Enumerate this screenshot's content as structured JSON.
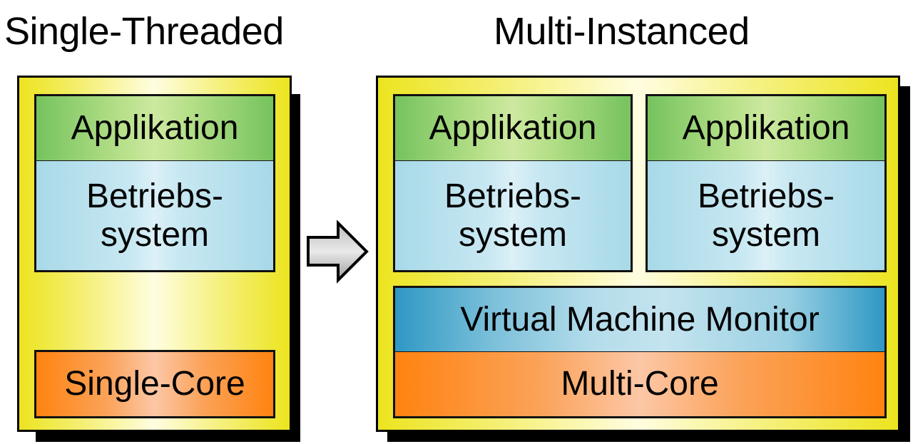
{
  "diagram": {
    "left": {
      "title": "Single-Threaded",
      "layers": {
        "application": "Applikation",
        "os_line1": "Betriebs-",
        "os_line2": "system",
        "hardware": "Single-Core"
      }
    },
    "transition": {
      "icon": "right-arrow-icon"
    },
    "right": {
      "title": "Multi-Instanced",
      "instances": [
        {
          "application": "Applikation",
          "os_line1": "Betriebs-",
          "os_line2": "system"
        },
        {
          "application": "Applikation",
          "os_line1": "Betriebs-",
          "os_line2": "system"
        }
      ],
      "hypervisor": "Virtual Machine Monitor",
      "hardware": "Multi-Core"
    },
    "colors": {
      "container": "#ece41f",
      "application": "#76c35e",
      "operating_system": "#a8d9e8",
      "hypervisor": "#2f98c4",
      "hardware": "#ff8310",
      "shadow": "#000000",
      "arrow": "#c8c8c8"
    }
  }
}
